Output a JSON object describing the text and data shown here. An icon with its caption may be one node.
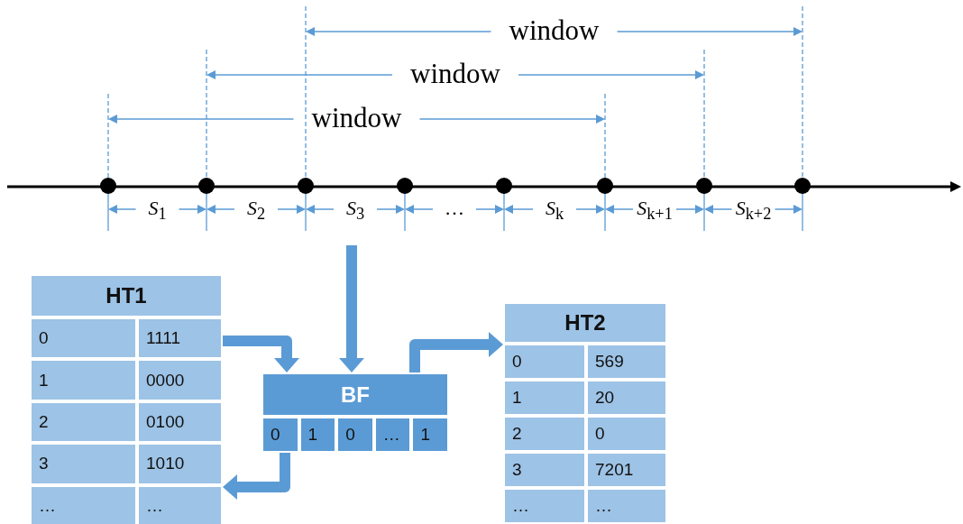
{
  "diagram": {
    "nodes": [
      {
        "text": [
          "HT1",
          "0",
          "1111",
          "1",
          "0000",
          "2",
          "0100",
          "3",
          "1010",
          "…",
          "…"
        ]
      },
      {
        "text": [
          "BF",
          "0",
          "1",
          "0",
          "…",
          "1"
        ]
      },
      {
        "text": [
          "HT2",
          "0",
          "569",
          "1",
          "20",
          "2",
          "0",
          "3",
          "7201",
          "…",
          "…"
        ]
      }
    ],
    "edges": [
      {
        "from": 0,
        "to": 1,
        "arrow": "to"
      },
      {
        "from": null,
        "to": 1,
        "arrow": "to"
      },
      {
        "from": 1,
        "to": 2,
        "arrow": "to"
      },
      {
        "from": 1,
        "to": 0,
        "arrow": "to"
      }
    ],
    "labels": [
      "window",
      "window",
      "window",
      "*S*$_{1}$",
      "*S*$_{2}$",
      "*S*$_{3}$",
      "…",
      "*S*$_{k}$",
      "*S*$_{k+1}$",
      "*S*$_{k+2}$"
    ]
  }
}
